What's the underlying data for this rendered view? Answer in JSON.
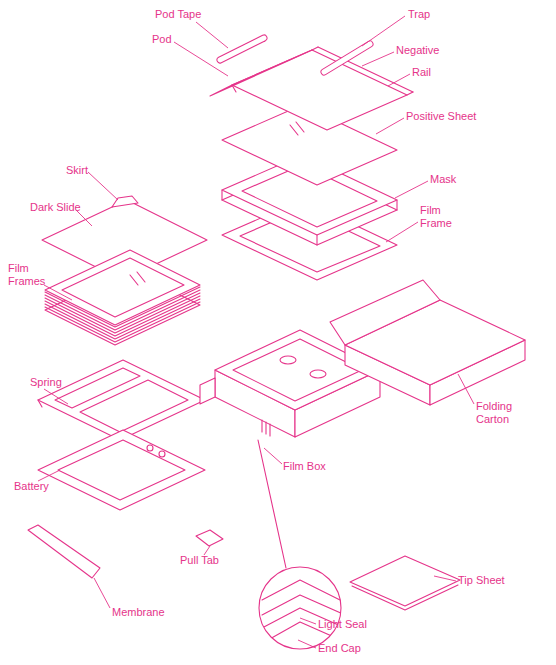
{
  "diagram": {
    "labels": [
      "Pod Tape",
      "Trap",
      "Pod",
      "Negative",
      "Rail",
      "Positive Sheet",
      "Mask",
      "Film Frame",
      "Skirt",
      "Dark Slide",
      "Film Frames",
      "Spring",
      "Battery",
      "Pull Tab",
      "Membrane",
      "Film Box",
      "Folding Carton",
      "Tip Sheet",
      "Light Seal",
      "End Cap"
    ]
  }
}
